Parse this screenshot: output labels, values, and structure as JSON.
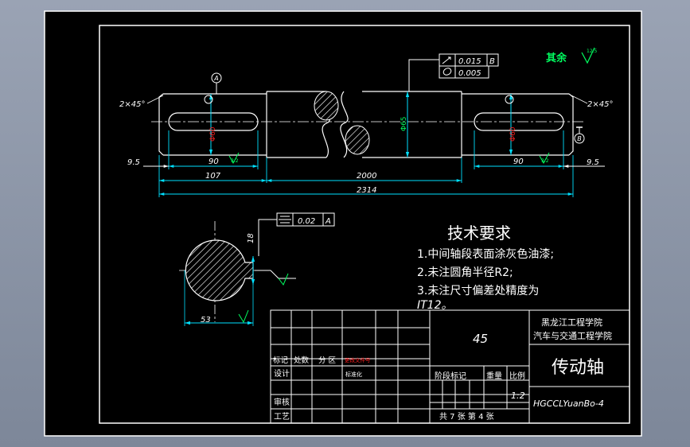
{
  "drawing": {
    "title": "传动轴",
    "material": "45",
    "school_line1": "黑龙江工程学院",
    "school_line2": "汽车与交通工程学院",
    "drawing_no": "HGCCLYuanBo-4",
    "scale": "1:2",
    "sheets": "共 7 张  第 4 张",
    "roughness_rest": "其余"
  },
  "title_block": {
    "rev_row": [
      "标记",
      "处数",
      "分 区",
      "更改文件号"
    ],
    "design": "设计",
    "standard": "标准化",
    "review": "审核",
    "process": "工艺",
    "stage_mark": "阶段标记",
    "weight": "重量",
    "ratio": "比例"
  },
  "tech_req": {
    "heading": "技术要求",
    "items": [
      "1.中间轴段表面涂灰色油漆;",
      "2.未注圆角半径R2;",
      "3.未注尺寸偏差处精度为",
      "IT12。"
    ]
  },
  "dims": {
    "chamfer_left": "2×45°",
    "chamfer_right": "2×45°",
    "d_9_5_left": "9.5",
    "d_9_5_right": "9.5",
    "d_90_left": "90",
    "d_90_right": "90",
    "d_107": "107",
    "d_2000": "2000",
    "d_2314": "2314",
    "d_phi_mid": "Φ65",
    "d_phi_left": "Φ60",
    "d_phi_right": "Φ60",
    "d_53": "53",
    "d_18": "18",
    "roughness_3_2": "3.2",
    "roughness_12_5": "12.5",
    "datum_a": "A",
    "datum_b": "B"
  },
  "tolerance": {
    "runout_value": "0.015",
    "runout_datum": "B",
    "cyl_value": "0.005",
    "sym_value": "0.02",
    "sym_datum": "A"
  }
}
